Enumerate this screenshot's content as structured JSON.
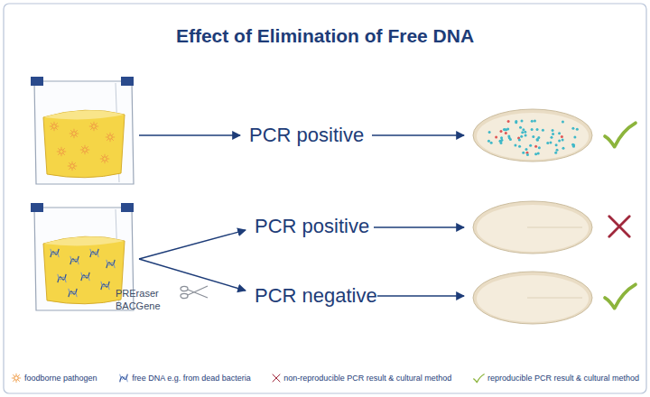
{
  "diagram": {
    "title": "Effect of Elimination of Free DNA",
    "labels": [
      "PCR positive",
      "PCR positive",
      "PREraser",
      "BACGene",
      "PCR negative"
    ],
    "legend": [
      {
        "text": "foodborne pathogen"
      },
      {
        "text": "free DNA e.g. from dead bacteria"
      },
      {
        "text": "non-reproducible PCR result & cultural method"
      },
      {
        "text": "reproducible PCR result & cultural method"
      }
    ]
  }
}
